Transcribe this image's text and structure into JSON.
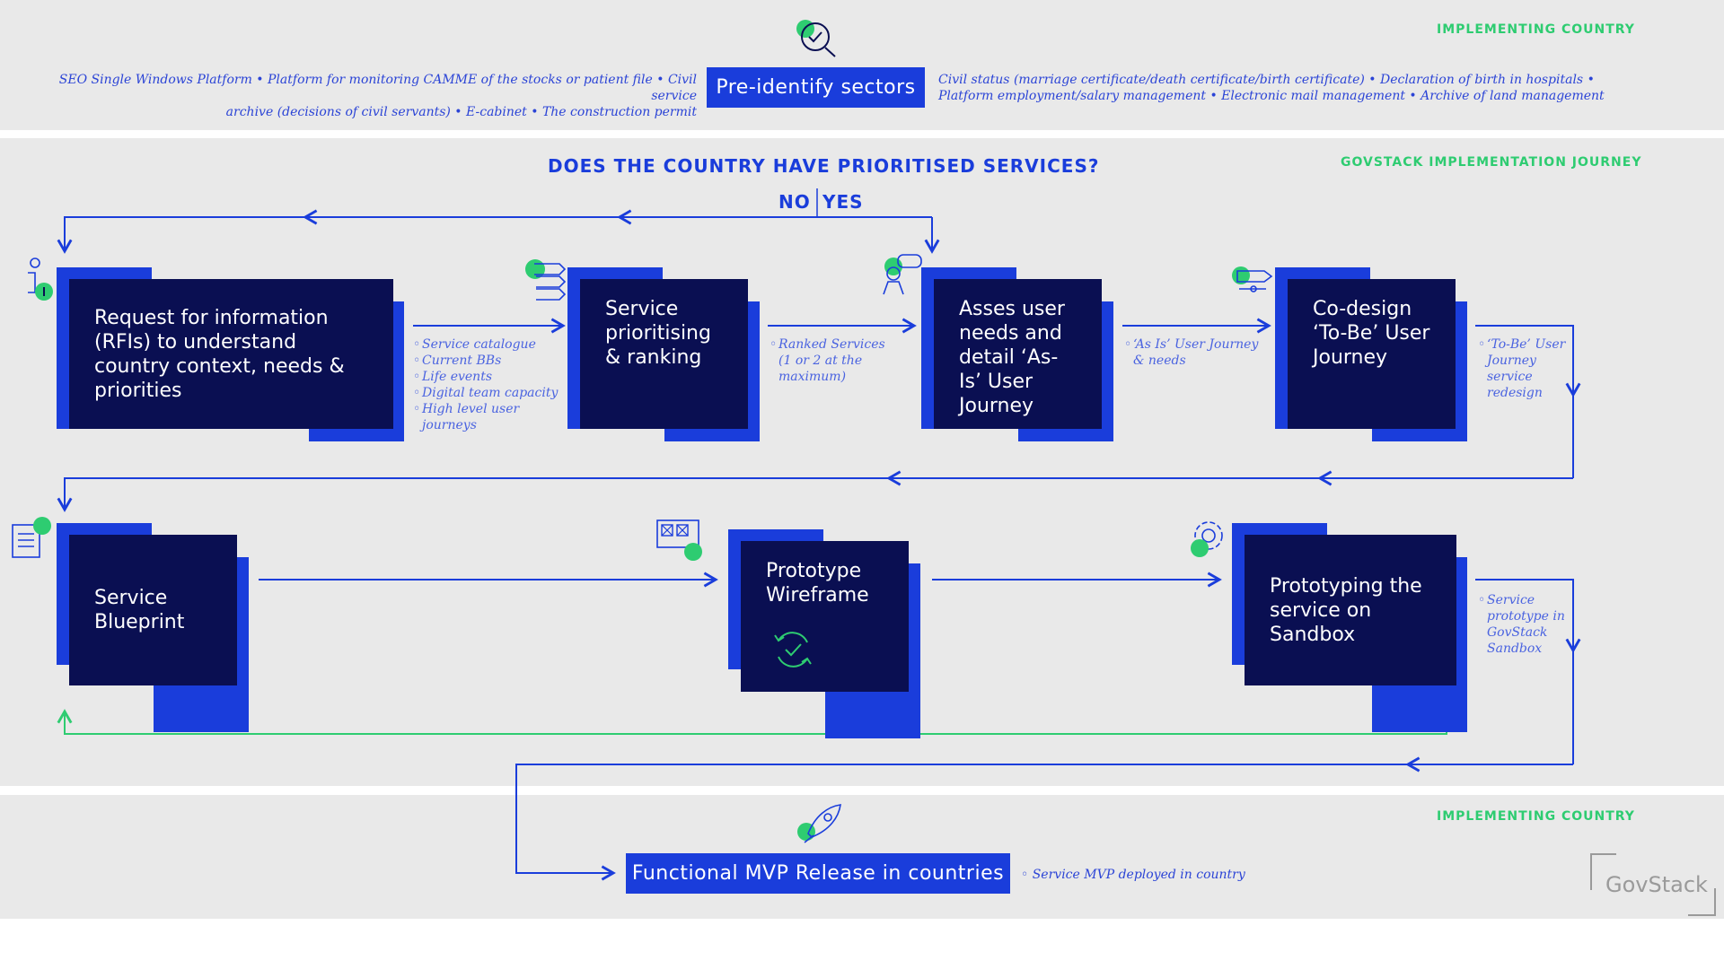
{
  "colors": {
    "accent_blue": "#1a3ddb",
    "navy": "#0a0f52",
    "green": "#2ecc71",
    "band_bg": "#e9e9e9"
  },
  "top": {
    "label": "IMPLEMENTING COUNTRY",
    "button": "Pre-identify sectors",
    "left_note_line1": "SEO Single Windows Platform • Platform for monitoring CAMME of the stocks or patient file • Civil service",
    "left_note_line2": "archive (decisions of civil servants) • E-cabinet • The construction permit",
    "right_note_line1": "Civil status (marriage certificate/death certificate/birth certificate) • Declaration of birth in hospitals •",
    "right_note_line2": "Platform employment/salary management • Electronic mail management • Archive of land management",
    "icon": "search-check-icon"
  },
  "middle": {
    "label": "GOVSTACK IMPLEMENTATION JOURNEY",
    "question": "DOES THE COUNTRY HAVE PRIORITISED SERVICES?",
    "no": "NO",
    "yes": "YES",
    "steps": {
      "rfi": {
        "title": "Request for information (RFIs) to understand country context, needs & priorities",
        "icon": "info-person-icon"
      },
      "prioritising": {
        "title": "Service prioritising & ranking",
        "icon": "ranking-list-icon"
      },
      "assess": {
        "title": "Asses user needs and detail ‘As-Is’ User Journey",
        "icon": "user-chat-icon"
      },
      "codesign": {
        "title": "Co-design ‘To-Be’ User Journey",
        "icon": "pen-icon"
      },
      "blueprint": {
        "title": "Service Blueprint",
        "icon": "document-list-icon"
      },
      "prototype": {
        "title": "Prototype Wireframe",
        "icon": "wireframe-icon",
        "inner_icon": "refresh-check-icon"
      },
      "sandbox": {
        "title": "Prototyping the service on Sandbox",
        "icon": "gear-search-icon"
      }
    },
    "notes": {
      "rfi_outputs": [
        "Service catalogue",
        "Current BBs",
        "Life events",
        "Digital team capacity",
        "High level user journeys"
      ],
      "ranked": [
        "Ranked Services (1 or 2 at the maximum)"
      ],
      "asis": [
        "‘As Is’ User Journey & needs"
      ],
      "tobe": [
        "‘To-Be’ User Journey service redesign"
      ],
      "sandbox_out": [
        "Service prototype in GovStack Sandbox"
      ]
    }
  },
  "bottom": {
    "label": "IMPLEMENTING COUNTRY",
    "button": "Functional MVP Release in countries",
    "note": "Service MVP deployed in country",
    "icon": "rocket-icon",
    "logo": "GovStack"
  }
}
